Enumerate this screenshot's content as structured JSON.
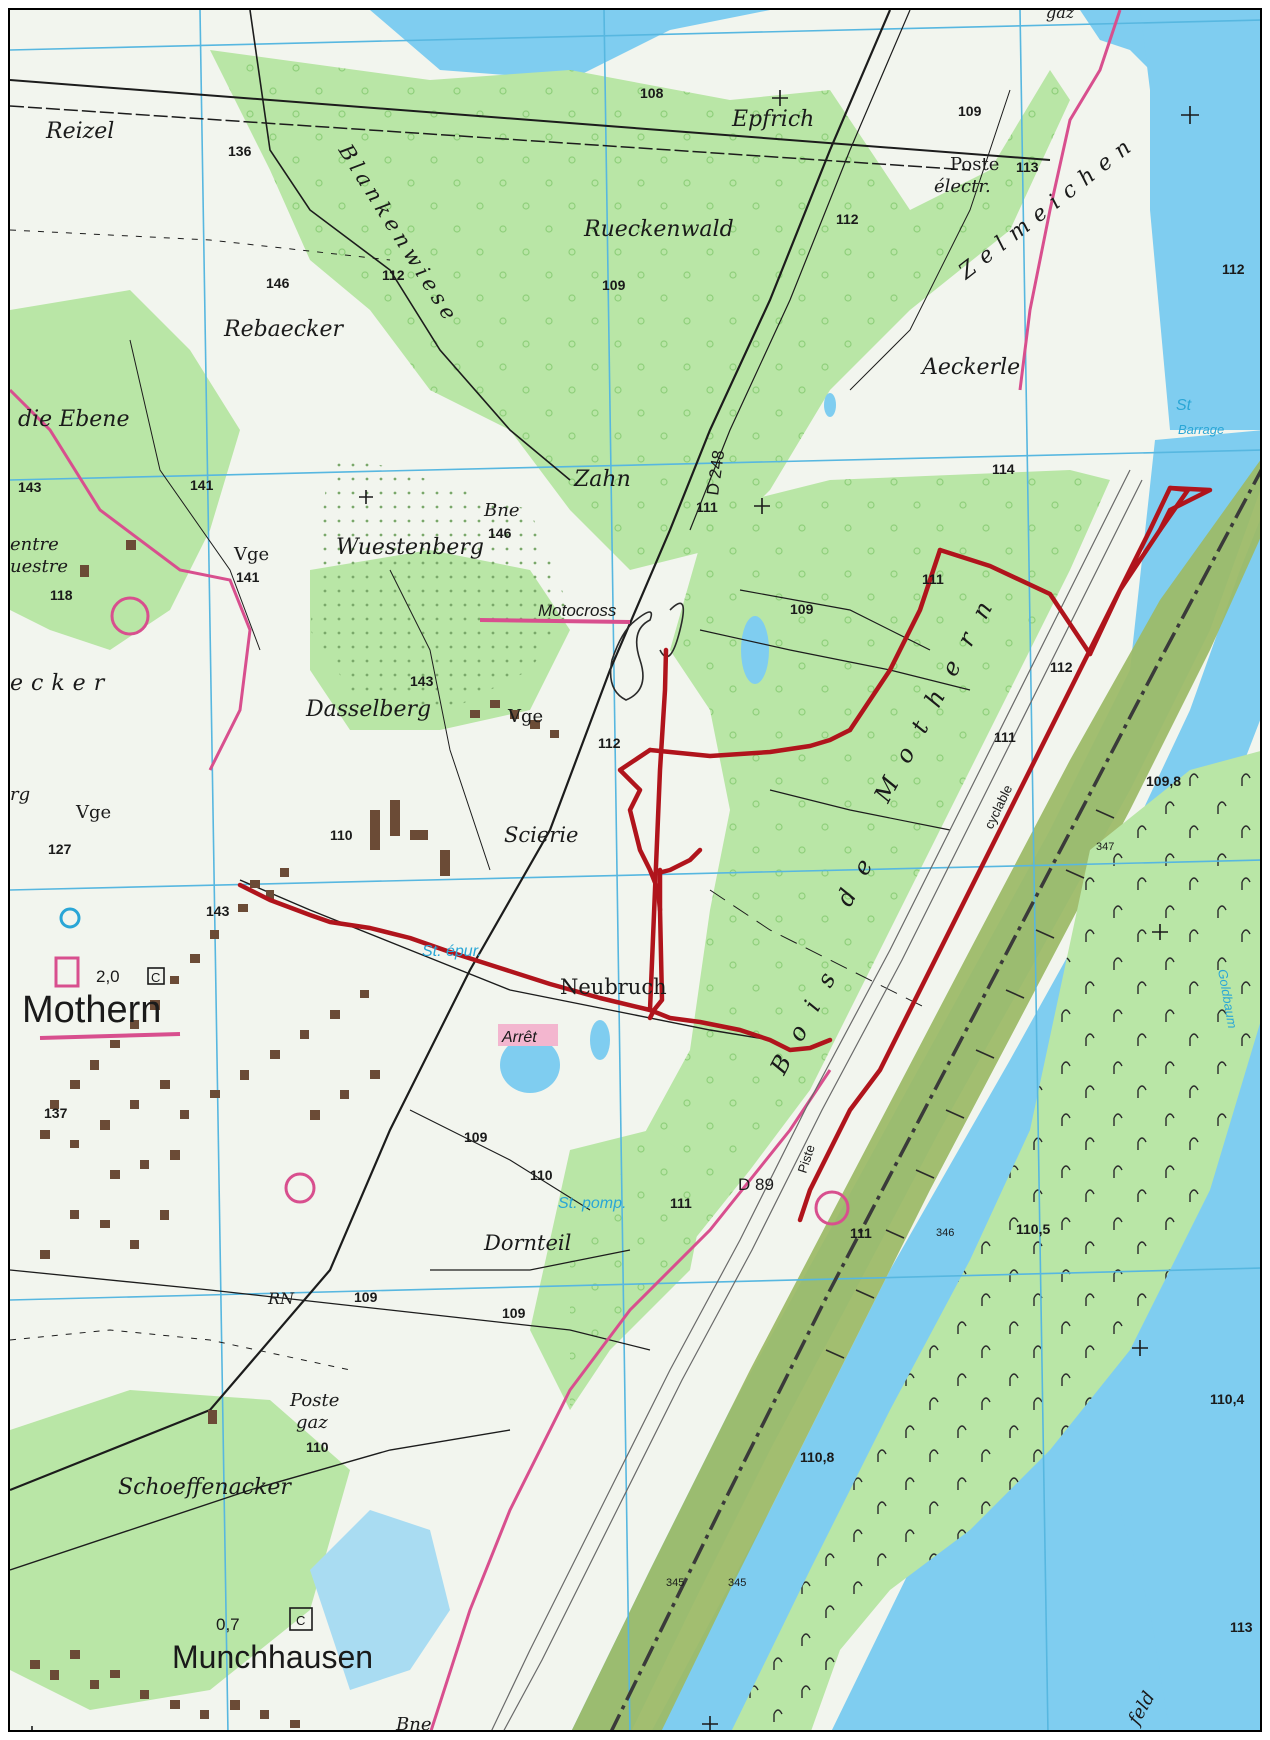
{
  "colors": {
    "paper": "#f2f5ee",
    "forest": "#b9e6a6",
    "forest_dark": "#a6dc90",
    "water": "#7fcdf0",
    "water_light": "#a9dcf2",
    "canal_band": "#9dba68",
    "route": "#b0141c",
    "road": "#1c1c1c",
    "pink": "#d84f8e",
    "grid": "#57b7e0",
    "building": "#6b4b36"
  },
  "places": [
    {
      "id": "reizel",
      "text": "Reizel"
    },
    {
      "id": "epfrich",
      "text": "Epfrich"
    },
    {
      "id": "poste-electr-1",
      "text": "Poste"
    },
    {
      "id": "poste-electr-2",
      "text": "électr."
    },
    {
      "id": "rueckenwald",
      "text": "Rueckenwald"
    },
    {
      "id": "rebaecker",
      "text": "Rebaecker"
    },
    {
      "id": "aeckerle",
      "text": "Aeckerle"
    },
    {
      "id": "die-ebene",
      "text": "die Ebene"
    },
    {
      "id": "zahn",
      "text": "Zahn"
    },
    {
      "id": "wuestenberg",
      "text": "Wuestenberg"
    },
    {
      "id": "dasselberg",
      "text": "Dasselberg"
    },
    {
      "id": "scierie",
      "text": "Scierie"
    },
    {
      "id": "neubruch",
      "text": "Neubruch"
    },
    {
      "id": "dornteil",
      "text": "Dornteil"
    },
    {
      "id": "schoeffenacker",
      "text": "Schoeffenacker"
    },
    {
      "id": "poste-gaz-1",
      "text": "Poste"
    },
    {
      "id": "poste-gaz-2",
      "text": "gaz"
    },
    {
      "id": "bne-1",
      "text": "Bne"
    },
    {
      "id": "bne-2",
      "text": "Bne"
    },
    {
      "id": "vge-1",
      "text": "Vge"
    },
    {
      "id": "vge-2",
      "text": "Vge"
    },
    {
      "id": "vge-3",
      "text": "Vge"
    },
    {
      "id": "centre-1",
      "text": "entre"
    },
    {
      "id": "centre-2",
      "text": "uestre"
    },
    {
      "id": "ecker",
      "text": "ecker"
    },
    {
      "id": "rg",
      "text": "rg"
    },
    {
      "id": "gaz-top",
      "text": "gaz"
    },
    {
      "id": "d248",
      "text": "D 248"
    },
    {
      "id": "d89",
      "text": "D 89"
    },
    {
      "id": "piste",
      "text": "Piste"
    },
    {
      "id": "cyclable",
      "text": "cyclable"
    },
    {
      "id": "rn",
      "text": "RN"
    },
    {
      "id": "feld",
      "text": "feld"
    }
  ],
  "spaced_labels": {
    "blankenwiese": "Blankenwiese",
    "zelmeichen": "Zelmeichen",
    "bois_de_mothern_1": "B o i s",
    "bois_de_mothern_2": "d e",
    "bois_de_mothern_3": "M o t h e r n"
  },
  "towns": {
    "mothern": "Mothern",
    "munchhausen": "Munchhausen",
    "mothern_pop": "2,0",
    "munchhausen_pop": "0,7",
    "c_symbol": "C"
  },
  "pink_labels": {
    "motocross": "Motocross",
    "arret": "Arrêt"
  },
  "water_labels": {
    "st_epur": "St. épur.",
    "st_pomp": "St. pomp.",
    "st_barrage": "St",
    "barrage": "Barrage",
    "goldbaum": "Goldbaum"
  },
  "altitudes": [
    {
      "id": "a108",
      "text": "108"
    },
    {
      "id": "a109a",
      "text": "109"
    },
    {
      "id": "a113a",
      "text": "113"
    },
    {
      "id": "a136",
      "text": "136"
    },
    {
      "id": "a112a",
      "text": "112"
    },
    {
      "id": "a146a",
      "text": "146"
    },
    {
      "id": "a112b",
      "text": "112"
    },
    {
      "id": "a109b",
      "text": "109"
    },
    {
      "id": "a112c",
      "text": "112"
    },
    {
      "id": "a143a",
      "text": "143"
    },
    {
      "id": "a141a",
      "text": "141"
    },
    {
      "id": "a146b",
      "text": "146"
    },
    {
      "id": "a111a",
      "text": "111"
    },
    {
      "id": "a114",
      "text": "114"
    },
    {
      "id": "a141b",
      "text": "141"
    },
    {
      "id": "a118",
      "text": "118"
    },
    {
      "id": "a111b",
      "text": "111"
    },
    {
      "id": "a109c",
      "text": "109"
    },
    {
      "id": "a112d",
      "text": "112"
    },
    {
      "id": "a143b",
      "text": "143"
    },
    {
      "id": "a112e",
      "text": "112"
    },
    {
      "id": "a111c",
      "text": "111"
    },
    {
      "id": "a109-8",
      "text": "109,8"
    },
    {
      "id": "a127",
      "text": "127"
    },
    {
      "id": "a110a",
      "text": "110"
    },
    {
      "id": "a143c",
      "text": "143"
    },
    {
      "id": "a137",
      "text": "137"
    },
    {
      "id": "a109d",
      "text": "109"
    },
    {
      "id": "a110b",
      "text": "110"
    },
    {
      "id": "a111d",
      "text": "111"
    },
    {
      "id": "a111e",
      "text": "111"
    },
    {
      "id": "a110-5",
      "text": "110,5"
    },
    {
      "id": "a109e",
      "text": "109"
    },
    {
      "id": "a109f",
      "text": "109"
    },
    {
      "id": "a110c",
      "text": "110"
    },
    {
      "id": "a110-8",
      "text": "110,8"
    },
    {
      "id": "a110-4",
      "text": "110,4"
    },
    {
      "id": "a113b",
      "text": "113"
    },
    {
      "id": "a347",
      "text": "347"
    },
    {
      "id": "a346",
      "text": "346"
    },
    {
      "id": "a345a",
      "text": "345"
    },
    {
      "id": "a345b",
      "text": "345"
    }
  ]
}
